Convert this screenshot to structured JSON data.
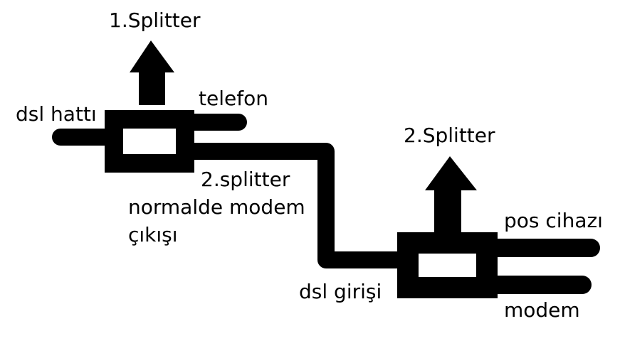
{
  "labels": {
    "splitter_1": "1.Splitter",
    "splitter_2": "2.Splitter",
    "dsl_line": "dsl hattı",
    "phone": "telefon",
    "modem_out_line1": "2.splitter",
    "modem_out_line2": "normalde modem",
    "modem_out_line3": "çıkışı",
    "dsl_input": "dsl girişi",
    "pos_device": "pos cihazı",
    "modem": "modem"
  },
  "colors": {
    "line": "#000000",
    "background": "#ffffff",
    "text": "#000000"
  }
}
